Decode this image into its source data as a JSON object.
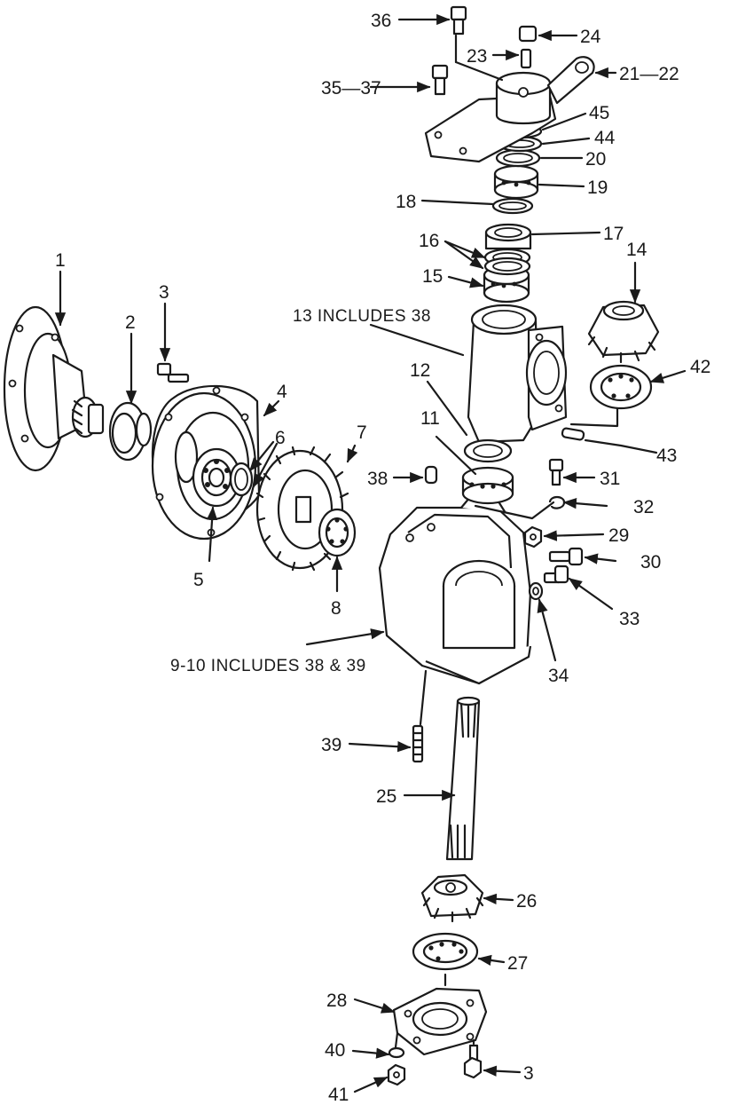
{
  "callouts": {
    "c1": "1",
    "c2": "2",
    "c3": "3",
    "c3b": "3",
    "c4": "4",
    "c5": "5",
    "c6": "6",
    "c7": "7",
    "c8": "8",
    "c11": "11",
    "c12": "12",
    "c14": "14",
    "c15": "15",
    "c16": "16",
    "c17": "17",
    "c18": "18",
    "c19": "19",
    "c20": "20",
    "c21": "21—22",
    "c23": "23",
    "c24": "24",
    "c25": "25",
    "c26": "26",
    "c27": "27",
    "c28": "28",
    "c29": "29",
    "c30": "30",
    "c31": "31",
    "c32": "32",
    "c33": "33",
    "c34": "34",
    "c35": "35—37",
    "c36": "36",
    "c38": "38",
    "c39": "39",
    "c40": "40",
    "c41": "41",
    "c42": "42",
    "c43": "43",
    "c44": "44",
    "c45": "45"
  },
  "notes": {
    "n13": "13 INCLUDES 38",
    "n9": "9-10 INCLUDES 38 & 39"
  }
}
